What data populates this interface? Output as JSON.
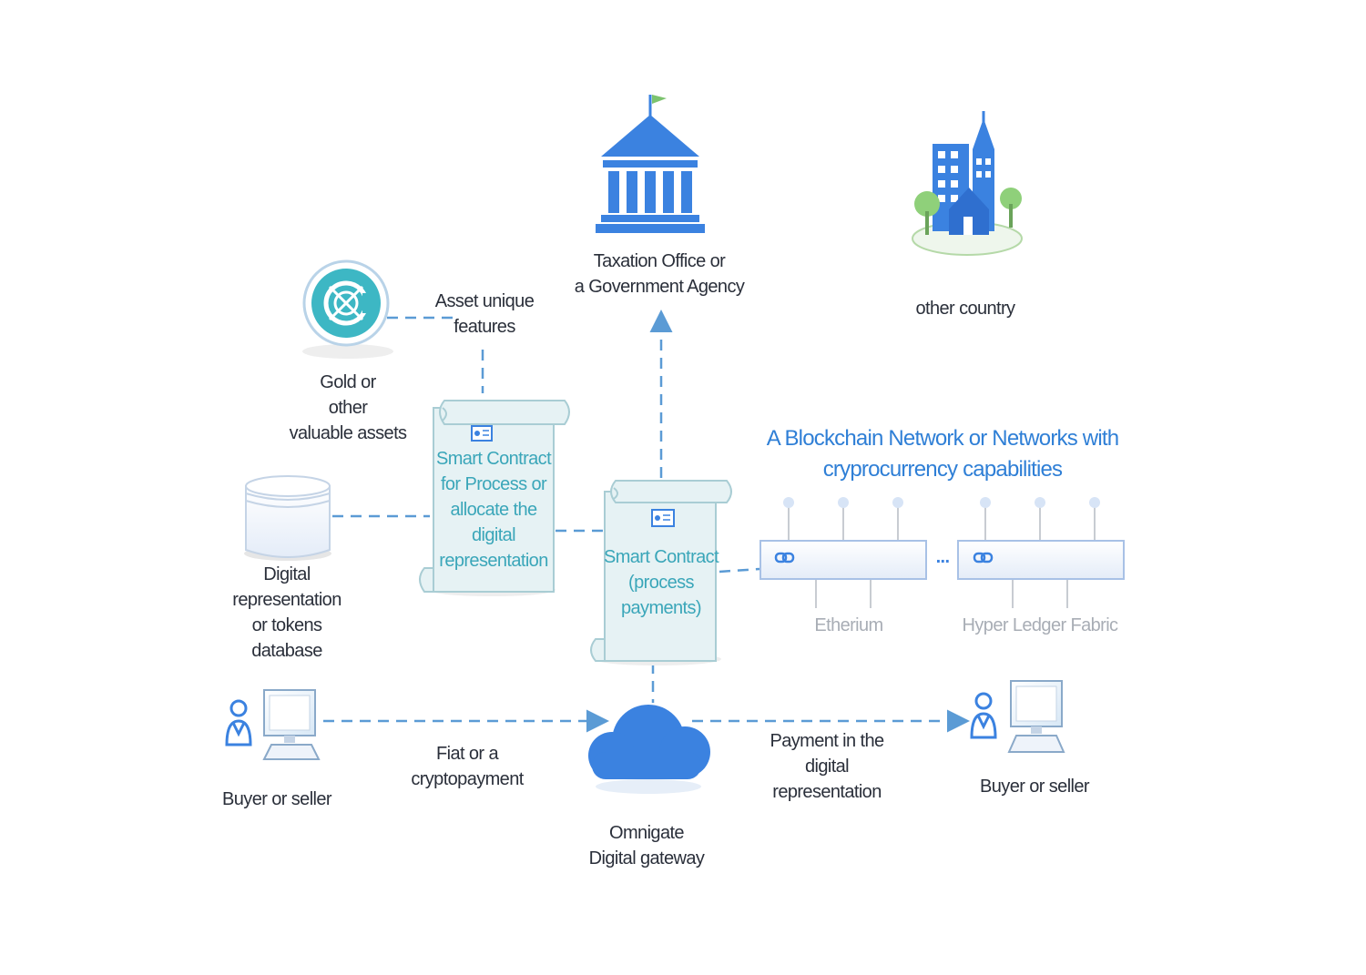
{
  "nodes": {
    "tax_office": {
      "label": "Taxation Office or\na Government Agency",
      "icon": "government-building-icon"
    },
    "other_country": {
      "label": "other country",
      "icon": "city-icon"
    },
    "gold_assets": {
      "label": "Gold or\nother\nvaluable assets",
      "icon": "vault-coin-icon"
    },
    "asset_features": {
      "label": "Asset unique\nfeatures"
    },
    "smart_contract_allocate": {
      "label": "Smart Contract\nfor Process or\nallocate the\ndigital\nrepresentation",
      "icon": "scroll-icon"
    },
    "smart_contract_payments": {
      "label": "Smart Contract\n(process\npayments)",
      "icon": "scroll-icon"
    },
    "tokens_database": {
      "label": "Digital\nrepresentation\nor tokens\ndatabase",
      "icon": "database-icon"
    },
    "blockchain_network": {
      "label": "A Blockchain Network or Networks with\ncryprocurrency capabilities"
    },
    "ethereum": {
      "label": "Etherium",
      "icon": "chain-link-icon"
    },
    "hyperledger": {
      "label": "Hyper Ledger Fabric",
      "icon": "chain-link-icon"
    },
    "ellipsis": {
      "label": "..."
    },
    "buyer_left": {
      "label": "Buyer or seller",
      "icon": "user-computer-icon"
    },
    "buyer_right": {
      "label": "Buyer or seller",
      "icon": "user-computer-icon"
    },
    "gateway": {
      "label": "Omnigate\nDigital gateway",
      "icon": "cloud-icon"
    }
  },
  "edges": {
    "fiat_payment": {
      "label": "Fiat or a\ncryptopayment"
    },
    "digital_payment": {
      "label": "Payment in the\ndigital\nrepresentation"
    }
  },
  "colors": {
    "primary_blue": "#3b82e0",
    "teal": "#3aa6b9",
    "scroll_fill": "#e6f2f4",
    "dash_line": "#5b9bd5"
  }
}
